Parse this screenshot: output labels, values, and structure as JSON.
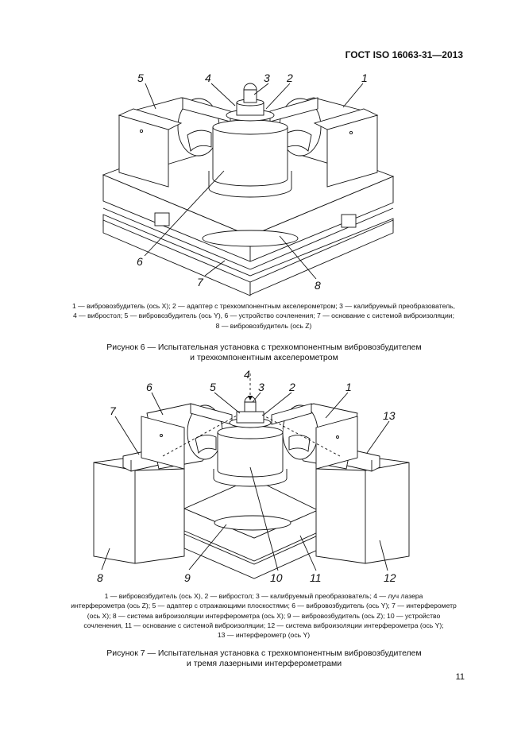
{
  "header": {
    "standard": "ГОСТ ISO 16063-31—2013"
  },
  "figure6": {
    "callouts": [
      "1",
      "2",
      "3",
      "4",
      "5",
      "6",
      "7",
      "8"
    ],
    "legend_lines": [
      "1 — вибровозбудитель (ось X); 2 — адаптер с трехкомпонентным акселерометром; 3 — калибруемый преобразователь,",
      "4 — вибростол; 5 — вибровозбудитель (ось Y), 6 — устройство сочленения; 7 — основание с системой виброизоляции;",
      "8 — вибровозбудитель (ось Z)"
    ],
    "caption_lines": [
      "Рисунок 6 — Испытательная установка с трехкомпонентным вибровозбудителем",
      "и трехкомпонентным акселерометром"
    ]
  },
  "figure7": {
    "callouts": [
      "1",
      "2",
      "3",
      "4",
      "5",
      "6",
      "7",
      "8",
      "9",
      "10",
      "11",
      "12",
      "13"
    ],
    "legend_lines": [
      "1 — вибровозбудитель (ось X), 2 — вибростол; 3 — калибруемый преобразователь; 4 — луч лазера",
      "интерферометра (ось Z); 5 — адаптер с отражающими плоскостями; 6 — вибровозбудитель (ось Y); 7 — интерферометр",
      "(ось X); 8 — система виброизоляции интерферометра (ось X); 9 — вибровозбудитель (ось Z); 10 — устройство",
      "сочленения, 11 — основание с системой виброизоляции; 12 — система виброизоляции интерферометра (ось Y);",
      "13 — интерферометр (ось Y)"
    ],
    "caption_lines": [
      "Рисунок 7 — Испытательная установка с трехкомпонентным вибровозбудителем",
      "и тремя лазерными интерферометрами"
    ]
  },
  "footer": {
    "page_number": "11"
  }
}
